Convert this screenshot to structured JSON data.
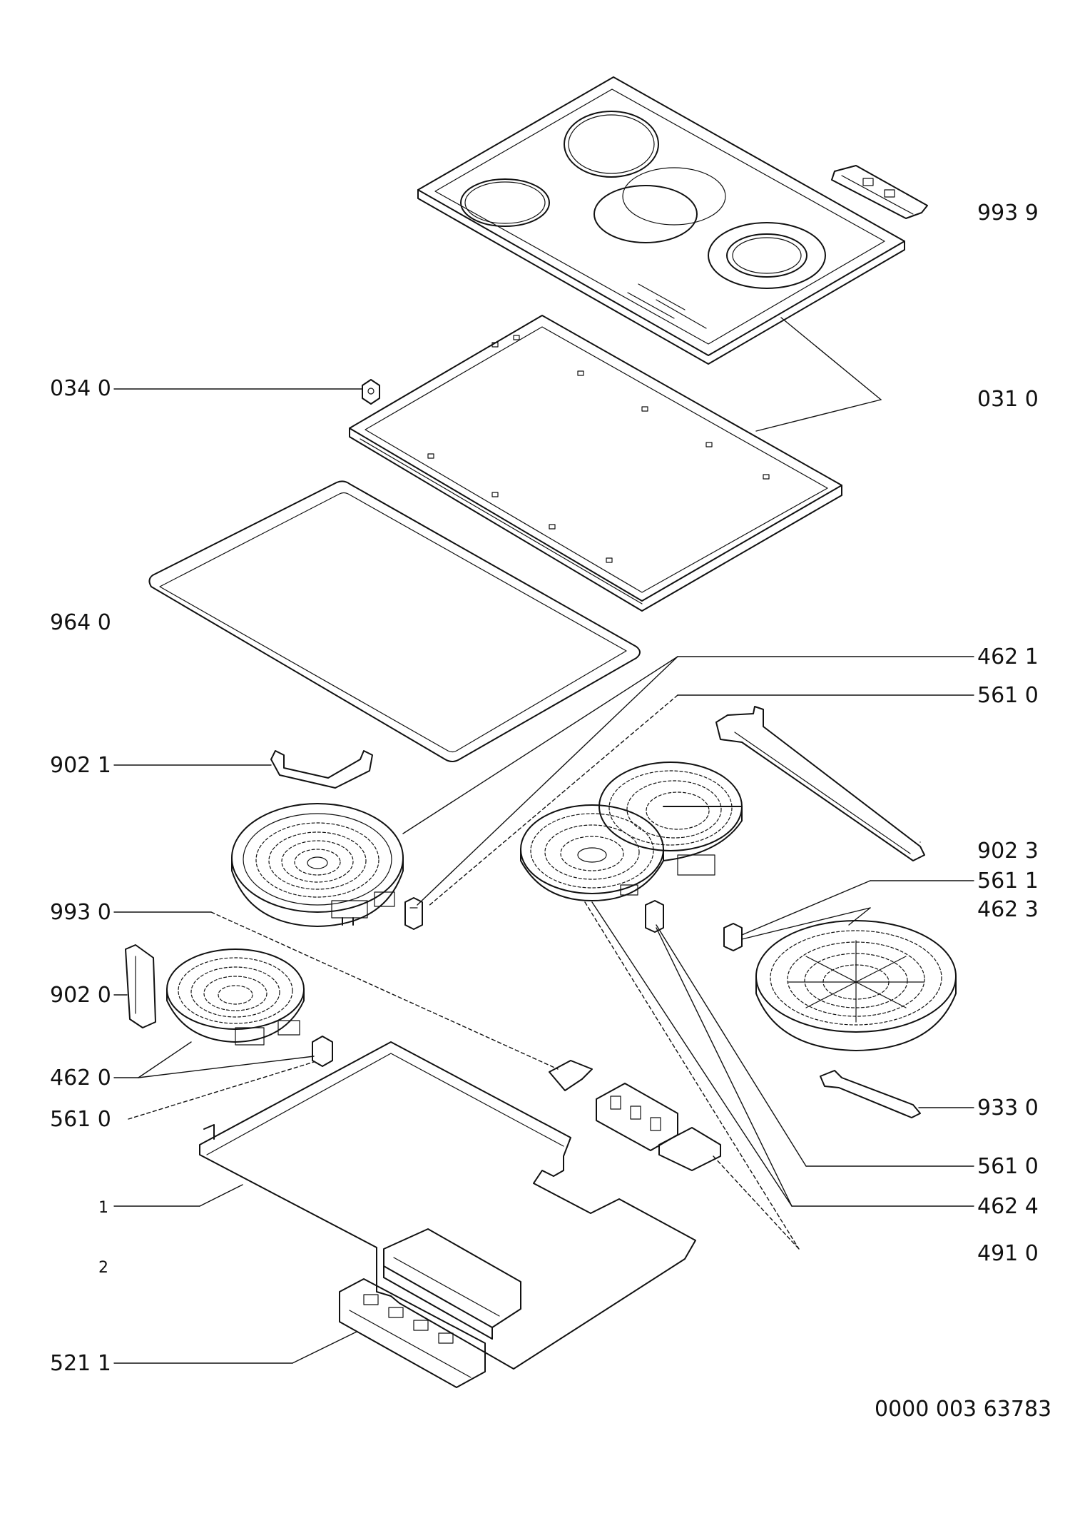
{
  "diagram": {
    "colors": {
      "ink": "#111111",
      "paper": "#ffffff"
    },
    "left_labels": {
      "l0340": "034 0",
      "l9640": "964 0",
      "l9021": "902 1",
      "l9930": "993 0",
      "l9020": "902 0",
      "l4620": "462 0",
      "l5610": "561 0",
      "l1": "1",
      "l2": "2",
      "l5211": "521 1"
    },
    "right_labels": {
      "r9939": "993 9",
      "r0310": "031 0",
      "r4621": "462 1",
      "r5610a": "561 0",
      "r9023": "902 3",
      "r5611": "561 1",
      "r4623": "462 3",
      "r9330": "933 0",
      "r5610b": "561 0",
      "r4624": "462 4",
      "r4910": "491 0"
    },
    "reference": "0000 003 63783"
  }
}
